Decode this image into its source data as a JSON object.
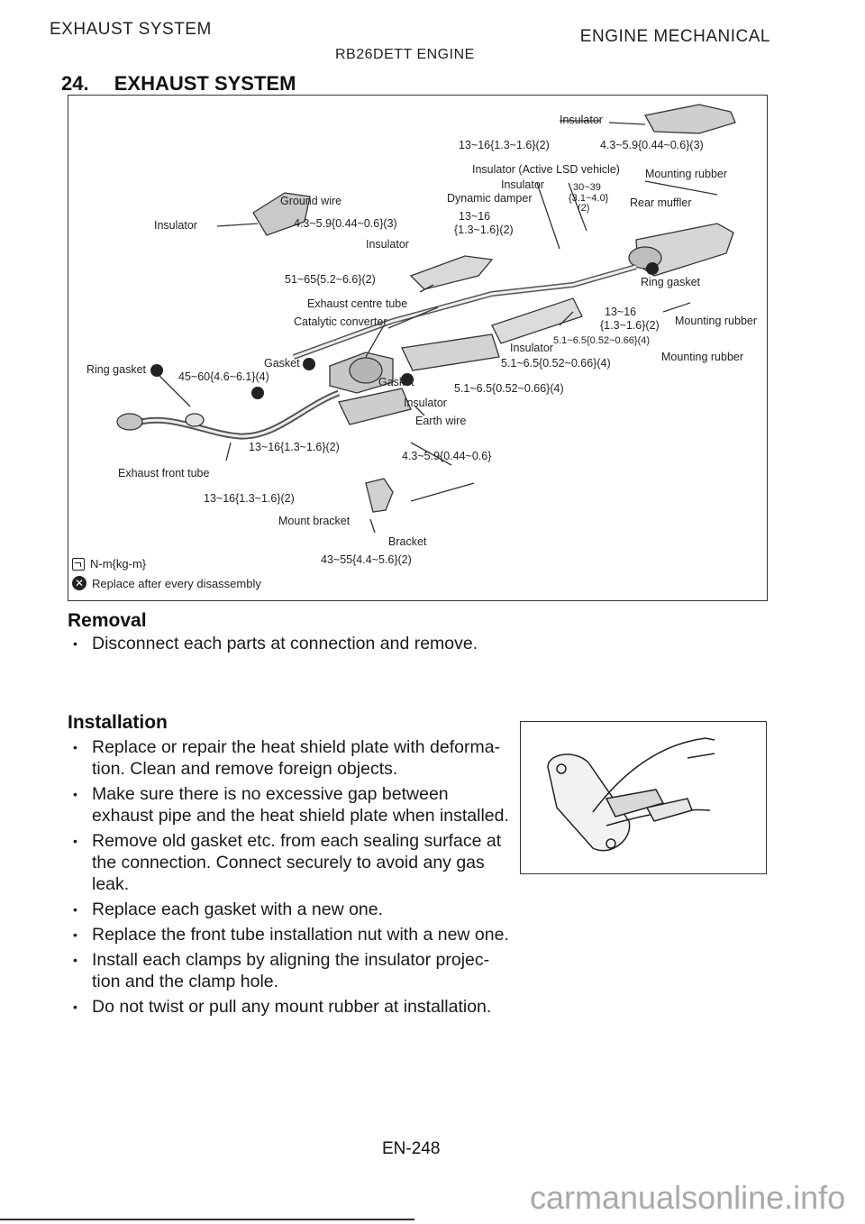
{
  "header": {
    "left": "EXHAUST SYSTEM",
    "right": "ENGINE MECHANICAL",
    "center": "RB26DETT ENGINE"
  },
  "section": {
    "number": "24.",
    "title": "EXHAUST SYSTEM"
  },
  "diagram": {
    "labels": {
      "insulator_top": "Insulator",
      "torque_13_16_a": "13~16{1.3~1.6}(2)",
      "torque_4_3_a": "4.3~5.9{0.44~0.6}(3)",
      "insulator_active_lsd": "Insulator (Active LSD vehicle)",
      "mounting_rubber_top": "Mounting rubber",
      "insulator_mid": "Insulator",
      "torque_30_39": "30~39",
      "torque_3_1_4_0": "{3.1~4.0}",
      "torque_2": "(2)",
      "dynamic_damper": "Dynamic damper",
      "rear_muffler": "Rear muffler",
      "ground_wire": "Ground wire",
      "insulator_left": "Insulator",
      "torque_4_3_b": "4.3~5.9{0.44~0.6}(3)",
      "torque_13_16_b": "13~16",
      "torque_1_3_1_6_b": "{1.3~1.6}(2)",
      "insulator_center": "Insulator",
      "torque_51_65": "51~65{5.2~6.6}(2)",
      "ring_gasket_right": "Ring gasket",
      "exhaust_centre_tube": "Exhaust centre tube",
      "catalytic_converter": "Catalytic converter",
      "torque_13_16_c": "13~16",
      "torque_1_3_1_6_c": "{1.3~1.6}(2)",
      "mounting_rubber_right": "Mounting rubber",
      "torque_5_1_a": "5.1~6.5{0.52~0.66}(4)",
      "insulator_lower": "Insulator",
      "torque_5_1_b": "5.1~6.5{0.52~0.66}(4)",
      "mounting_rubber_lower": "Mounting rubber",
      "ring_gasket_left": "Ring gasket",
      "torque_45_60": "45~60{4.6~6.1}(4)",
      "gasket_a": "Gasket",
      "gasket_b": "Gasket",
      "torque_5_1_c": "5.1~6.5{0.52~0.66}(4)",
      "insulator_bottom": "Insulator",
      "earth_wire": "Earth wire",
      "torque_13_16_d": "13~16{1.3~1.6}(2)",
      "torque_4_3_c": "4.3~5.9{0.44~0.6}",
      "exhaust_front_tube": "Exhaust front tube",
      "torque_13_16_e": "13~16{1.3~1.6}(2)",
      "mount_bracket": "Mount bracket",
      "bracket": "Bracket",
      "torque_43_55": "43~55{4.4~5.6}(2)"
    },
    "legend": {
      "torque_unit": "N-m{kg-m}",
      "replace": "Replace after every disassembly"
    }
  },
  "removal": {
    "heading": "Removal",
    "items": [
      "Disconnect each parts at connection and remove."
    ]
  },
  "installation": {
    "heading": "Installation",
    "items": [
      "Replace or repair the heat shield plate with deforma- tion. Clean and remove foreign objects.",
      "Make sure there is no excessive gap between exhaust pipe and the heat shield plate when installed.",
      "Remove old gasket etc. from each sealing surface at the connection. Connect securely to avoid any gas leak.",
      "Replace each gasket with a new one.",
      "Replace the front tube installation nut with a new one.",
      "Install each clamps by aligning the insulator projec- tion and the clamp hole.",
      "Do not twist or pull any mount rubber at installation."
    ]
  },
  "footer": {
    "page": "EN-248",
    "watermark": "carmanualsonline.info"
  },
  "colors": {
    "ink": "#1a1a1a",
    "border": "#333333",
    "watermark": "#a9a9a9"
  }
}
